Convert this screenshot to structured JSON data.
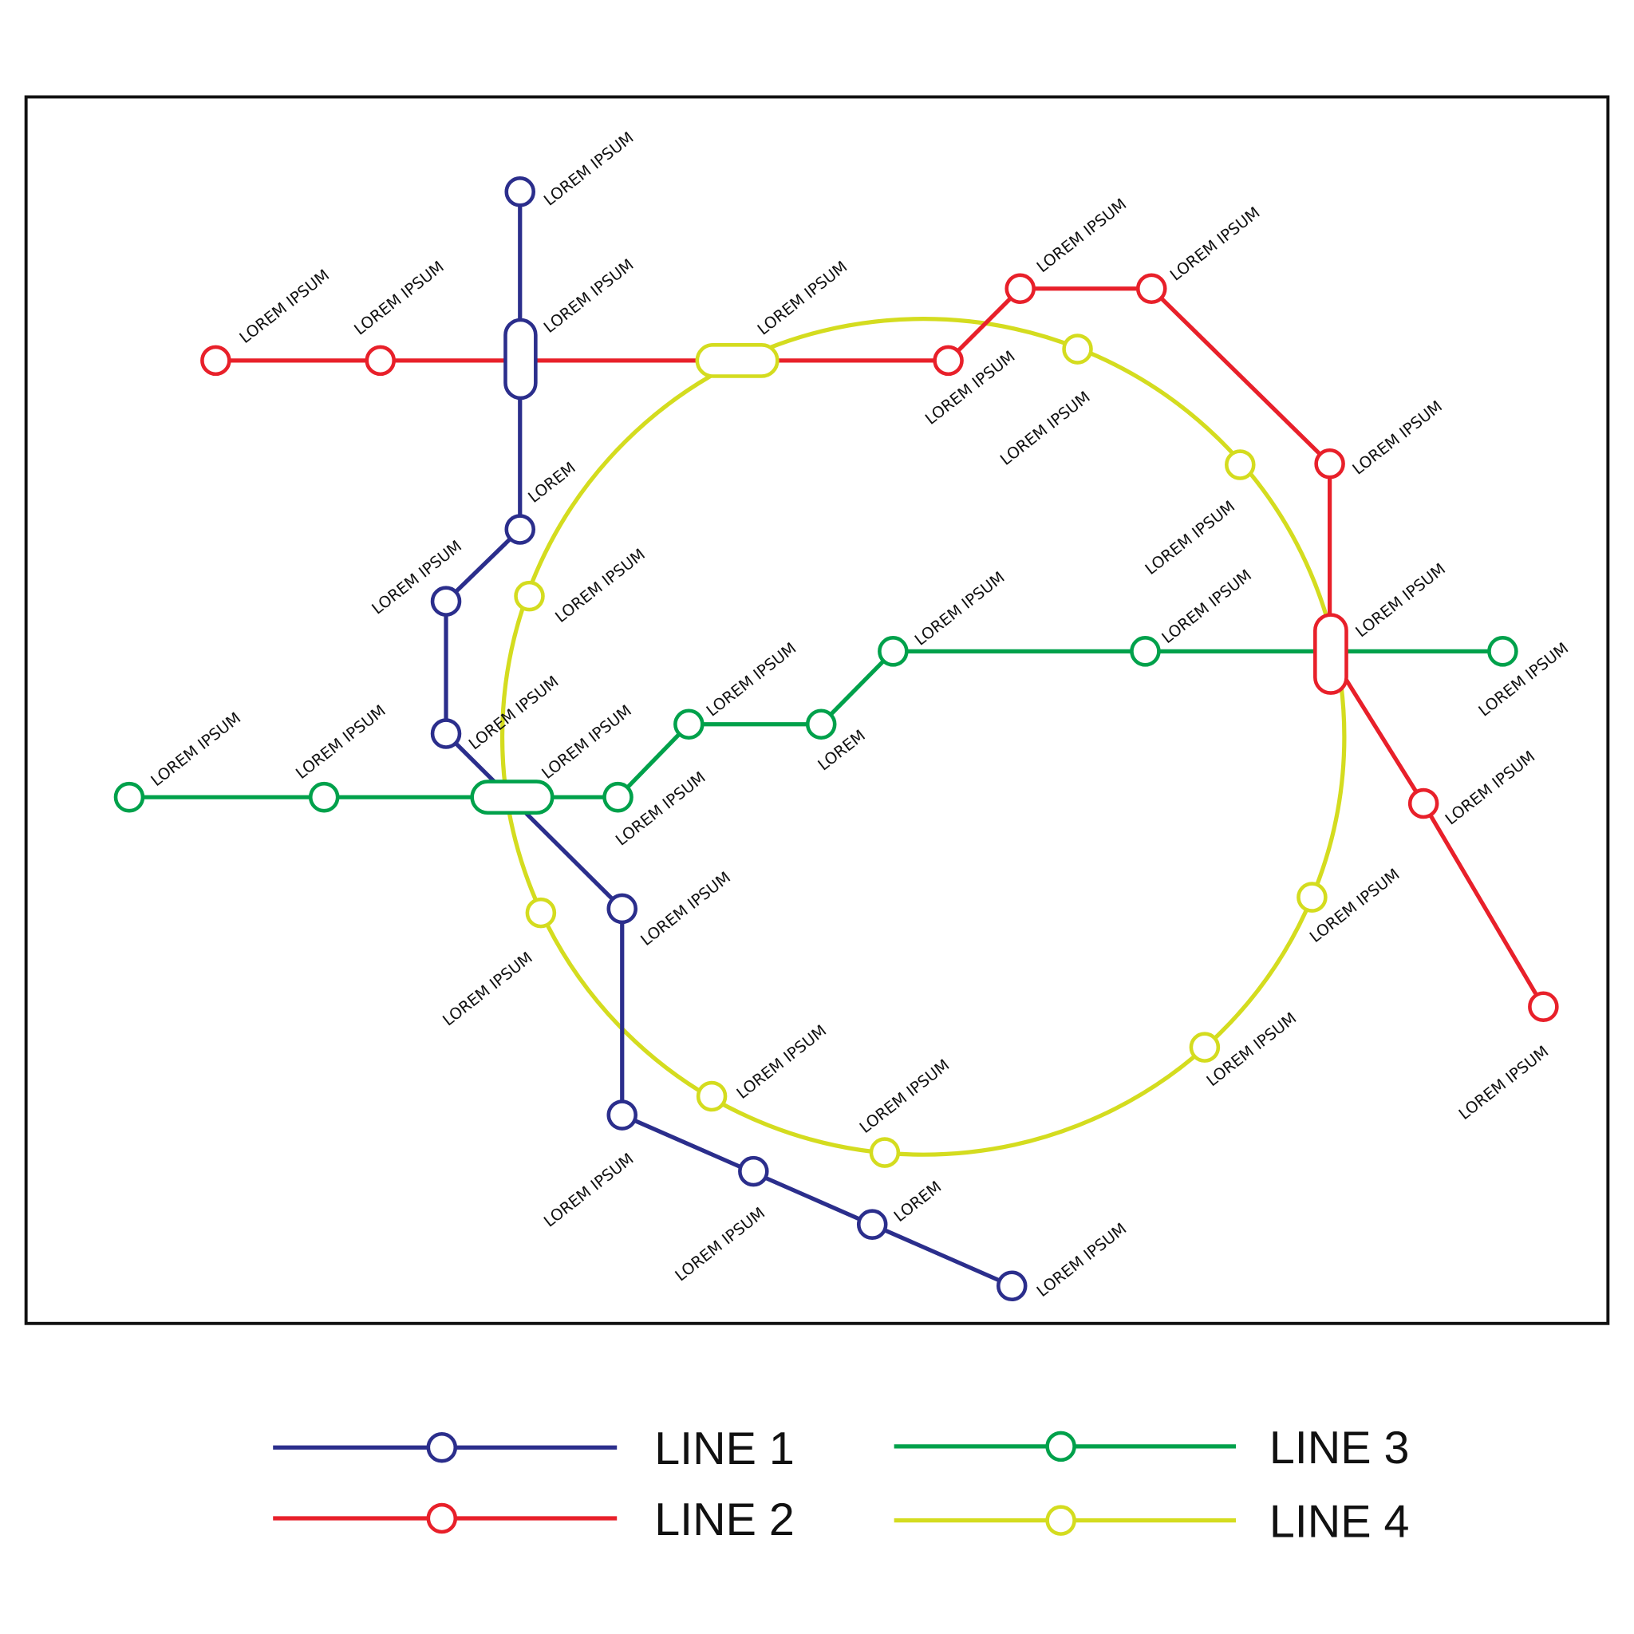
{
  "colors": {
    "line1": "#2b2e8c",
    "line2": "#e8202a",
    "line3": "#00a14b",
    "line4": "#d4dc1f",
    "frame": "#111111"
  },
  "legend": [
    {
      "label": "LINE 1",
      "line": "line1"
    },
    {
      "label": "LINE 2",
      "line": "line2"
    },
    {
      "label": "LINE 3",
      "line": "line3"
    },
    {
      "label": "LINE 4",
      "line": "line4"
    }
  ],
  "stations": [
    {
      "label": "LOREM IPSUM",
      "line": "line1"
    },
    {
      "label": "LOREM IPSUM",
      "line": "line1"
    },
    {
      "label": "LOREM",
      "line": "line1"
    },
    {
      "label": "LOREM IPSUM",
      "line": "line1"
    },
    {
      "label": "LOREM IPSUM",
      "line": "line1"
    },
    {
      "label": "LOREM IPSUM",
      "line": "line3"
    },
    {
      "label": "LOREM IPSUM",
      "line": "line1"
    },
    {
      "label": "LOREM IPSUM",
      "line": "line1"
    },
    {
      "label": "LOREM IPSUM",
      "line": "line1"
    },
    {
      "label": "LOREM",
      "line": "line1"
    },
    {
      "label": "LOREM IPSUM",
      "line": "line1"
    },
    {
      "label": "LOREM IPSUM",
      "line": "line2"
    },
    {
      "label": "LOREM IPSUM",
      "line": "line2"
    },
    {
      "label": "LOREM IPSUM",
      "line": "line4"
    },
    {
      "label": "LOREM IPSUM",
      "line": "line2"
    },
    {
      "label": "LOREM IPSUM",
      "line": "line2"
    },
    {
      "label": "LOREM IPSUM",
      "line": "line2"
    },
    {
      "label": "LOREM IPSUM",
      "line": "line2"
    },
    {
      "label": "LOREM IPSUM",
      "line": "line2"
    },
    {
      "label": "LOREM IPSUM",
      "line": "line2"
    },
    {
      "label": "LOREM IPSUM",
      "line": "line2"
    },
    {
      "label": "LOREM IPSUM",
      "line": "line3"
    },
    {
      "label": "LOREM IPSUM",
      "line": "line3"
    },
    {
      "label": "LOREM IPSUM",
      "line": "line3"
    },
    {
      "label": "LOREM IPSUM",
      "line": "line3"
    },
    {
      "label": "LOREM",
      "line": "line3"
    },
    {
      "label": "LOREM IPSUM",
      "line": "line3"
    },
    {
      "label": "LOREM IPSUM",
      "line": "line3"
    },
    {
      "label": "LOREM IPSUM",
      "line": "line3"
    },
    {
      "label": "LOREM IPSUM",
      "line": "line4"
    },
    {
      "label": "LOREM IPSUM",
      "line": "line4"
    },
    {
      "label": "LOREM IPSUM",
      "line": "line4"
    },
    {
      "label": "LOREM IPSUM",
      "line": "line4"
    },
    {
      "label": "LOREM IPSUM",
      "line": "line4"
    },
    {
      "label": "LOREM IPSUM",
      "line": "line4"
    },
    {
      "label": "LOREM IPSUM",
      "line": "line4"
    },
    {
      "label": "LOREM IPSUM",
      "line": "line4"
    }
  ]
}
